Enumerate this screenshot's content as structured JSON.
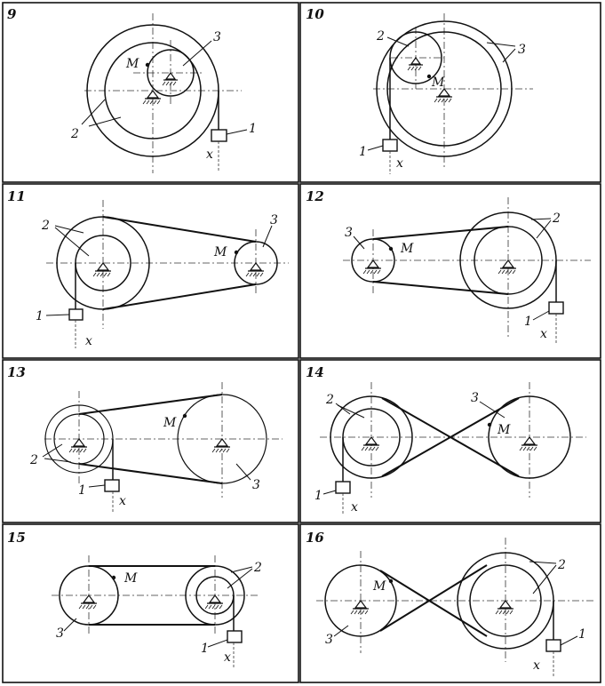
{
  "panels": [
    {
      "number": "9",
      "labels": {
        "l1": "1",
        "l2": "2",
        "l3": "3",
        "m": "M",
        "x": "x"
      }
    },
    {
      "number": "10",
      "labels": {
        "l1": "1",
        "l2": "2",
        "l3": "3",
        "m": "M",
        "x": "x"
      }
    },
    {
      "number": "11",
      "labels": {
        "l1": "1",
        "l2": "2",
        "l3": "3",
        "m": "M",
        "x": "x"
      }
    },
    {
      "number": "12",
      "labels": {
        "l1": "1",
        "l2": "2",
        "l3": "3",
        "m": "M",
        "x": "x"
      }
    },
    {
      "number": "13",
      "labels": {
        "l1": "1",
        "l2": "2",
        "l3": "3",
        "m": "M",
        "x": "x"
      }
    },
    {
      "number": "14",
      "labels": {
        "l1": "1",
        "l2": "2",
        "l3": "3",
        "m": "M",
        "x": "x"
      }
    },
    {
      "number": "15",
      "labels": {
        "l1": "1",
        "l2": "2",
        "l3": "3",
        "m": "M",
        "x": "x"
      }
    },
    {
      "number": "16",
      "labels": {
        "l1": "1",
        "l2": "2",
        "l3": "3",
        "m": "M",
        "x": "x"
      }
    }
  ]
}
